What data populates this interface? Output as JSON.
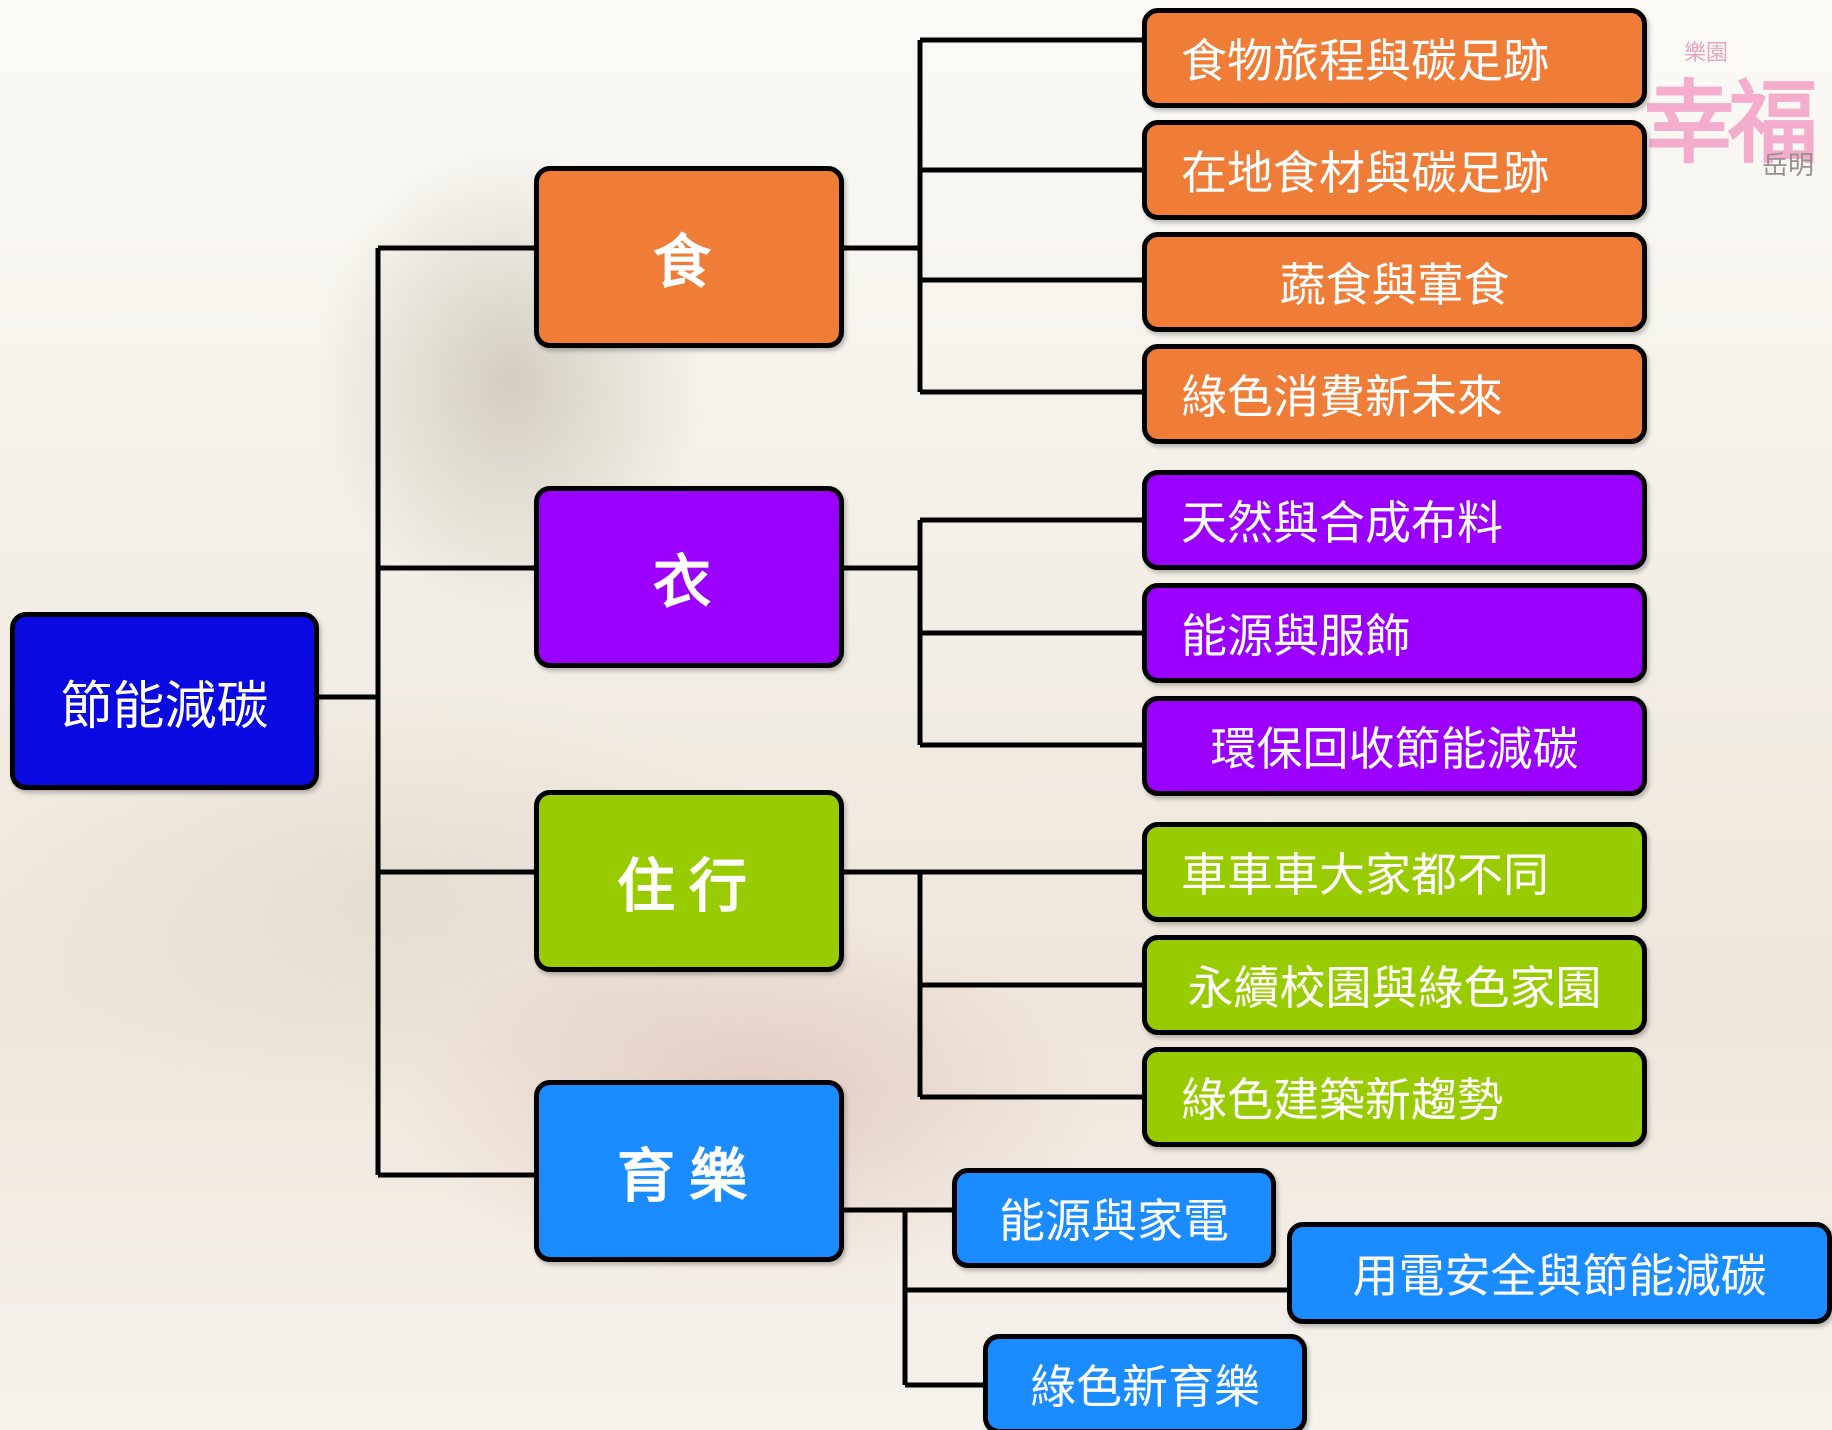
{
  "root": {
    "label": "節能減碳",
    "color": "#0a0ae0"
  },
  "branches": [
    {
      "label": "食",
      "color": "#ef7d37",
      "children": [
        "食物旅程與碳足跡",
        "在地食材與碳足跡",
        "蔬食與葷食",
        "綠色消費新未來"
      ]
    },
    {
      "label": "衣",
      "color": "#9b00ff",
      "children": [
        "天然與合成布料",
        "能源與服飾",
        "環保回收節能減碳"
      ]
    },
    {
      "label": "住行",
      "color": "#99cc00",
      "children": [
        "車車車大家都不同",
        "永續校園與綠色家園",
        "綠色建築新趨勢"
      ]
    },
    {
      "label": "育樂",
      "color": "#1a8cff",
      "children": [
        "能源與家電",
        "用電安全與節能減碳",
        "綠色新育樂"
      ]
    }
  ],
  "logo": {
    "top_text": "樂園",
    "main_text": "幸福",
    "sub_text": "岳明"
  }
}
